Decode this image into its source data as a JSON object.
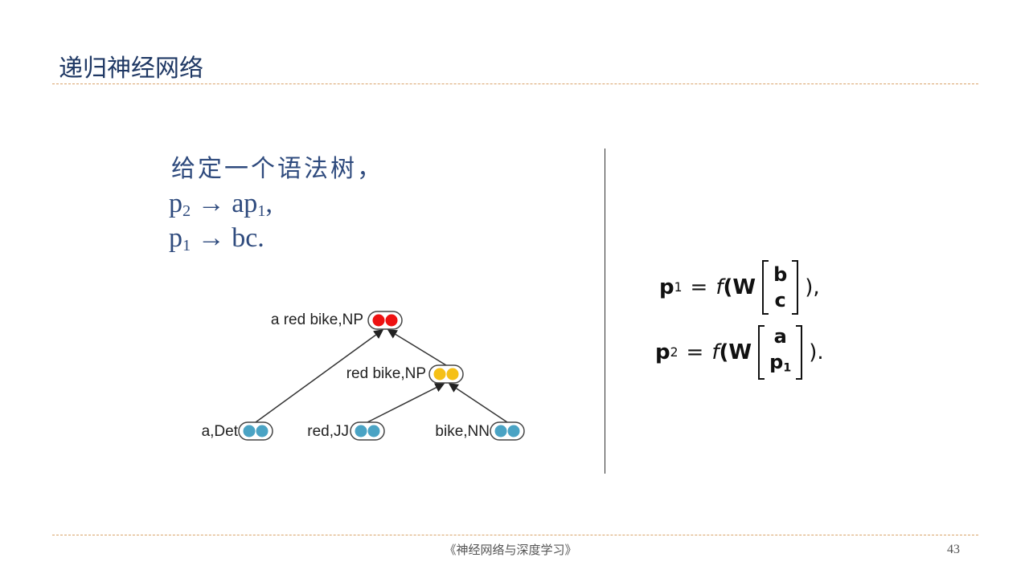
{
  "header": {
    "title": "递归神经网络"
  },
  "content": {
    "intro": "给定一个语法树，",
    "rule1": {
      "lhs": "p",
      "lhs_sub": "2",
      "arrow": "→",
      "rhs": "ap",
      "rhs_sub": "1",
      "end": ","
    },
    "rule2": {
      "lhs": "p",
      "lhs_sub": "1",
      "arrow": "→",
      "rhs": "bc",
      "end": "."
    }
  },
  "tree": {
    "nodes": [
      {
        "label": "a red bike,NP",
        "color": "#ee1111"
      },
      {
        "label": "red bike,NP",
        "color": "#f5c016"
      },
      {
        "label": "a,Det",
        "color": "#4aa3c4"
      },
      {
        "label": "red,JJ",
        "color": "#4aa3c4"
      },
      {
        "label": "bike,NN",
        "color": "#4aa3c4"
      }
    ]
  },
  "equations": [
    {
      "lhs": "p",
      "sub": "1",
      "eq": "=",
      "f": "f",
      "open": "(W",
      "top": "b",
      "bottom": "c",
      "close": "),"
    },
    {
      "lhs": "p",
      "sub": "2",
      "eq": "=",
      "f": "f",
      "open": "(W",
      "top": "a",
      "bottom": "p",
      "bottom_sub": "1",
      "close": ")."
    }
  ],
  "footer": {
    "book": "《神经网络与深度学习》",
    "page": "43"
  }
}
